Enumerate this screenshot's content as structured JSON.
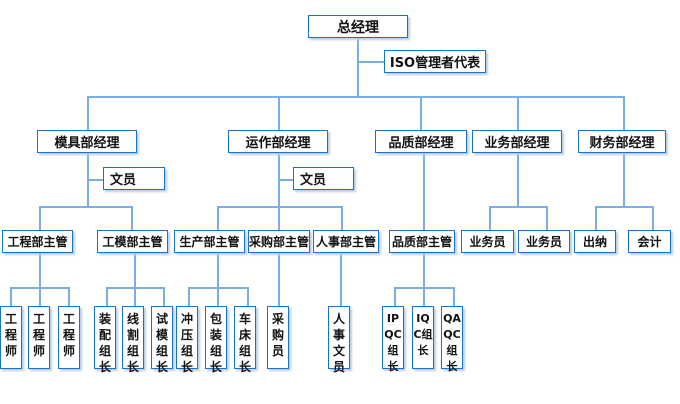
{
  "top": {
    "gm": "总经理",
    "iso": "ISO管理者代表"
  },
  "managers": [
    "模具部经理",
    "运作部经理",
    "品质部经理",
    "业务部经理",
    "财务部经理"
  ],
  "clerks": [
    "文员",
    "文员"
  ],
  "supervisors": [
    "工程部主管",
    "工模部主管",
    "生产部主管",
    "采购部主管",
    "人事部主管",
    "品质部主管",
    "业务员",
    "业务员",
    "出纳",
    "会计"
  ],
  "staff": [
    "工程师",
    "工程师",
    "工程师",
    "装配组长",
    "线割组长",
    "试模组长",
    "冲压组长",
    "包装组长",
    "车床组长",
    "采购员",
    "人事文员",
    "IPQC组长",
    "IQC组长",
    "QAQC组长"
  ],
  "colors": {
    "border": "#1a73c8",
    "line": "#7aaee6"
  }
}
